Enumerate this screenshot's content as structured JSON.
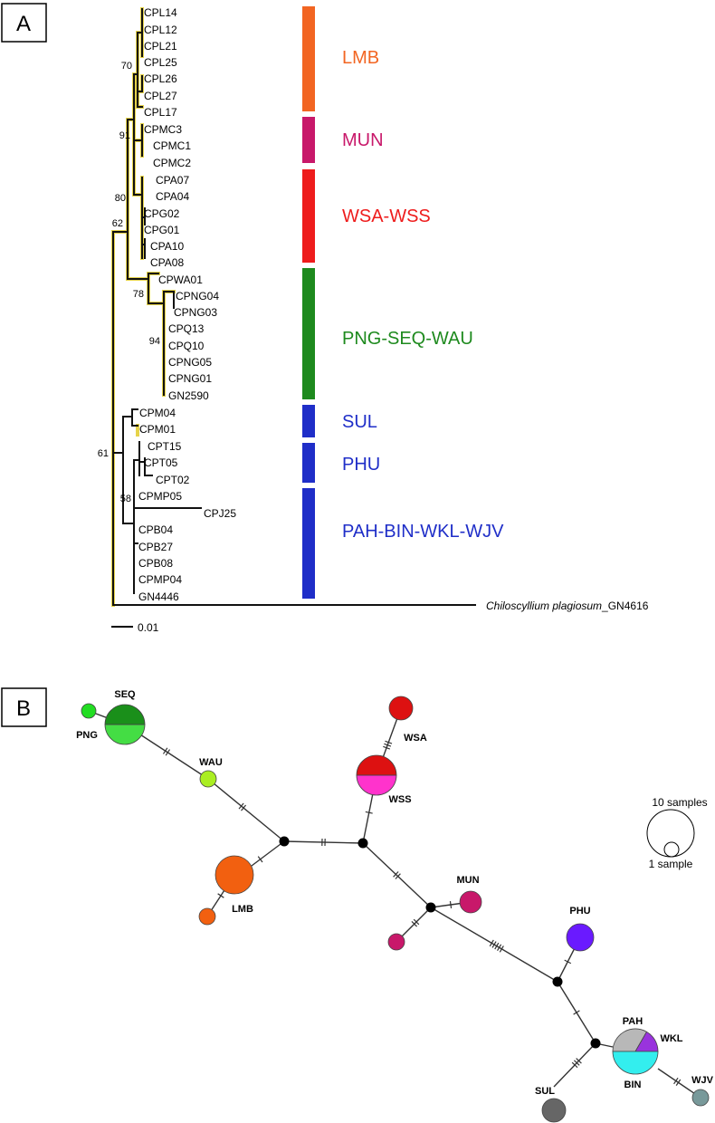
{
  "panel_a": {
    "label": "A",
    "taxa": [
      "CPL14",
      "CPL12",
      "CPL21",
      "CPL25",
      "CPL26",
      "CPL27",
      "CPL17",
      "CPMC3",
      "CPMC1",
      "CPMC2",
      "CPA07",
      "CPA04",
      "CPG02",
      "CPG01",
      "CPA10",
      "CPA08",
      "CPWA01",
      "CPNG04",
      "CPNG03",
      "CPQ13",
      "CPQ10",
      "CPNG05",
      "CPNG01",
      "GN2590",
      "CPM04",
      "CPM01",
      "CPT15",
      "CPT05",
      "CPT02",
      "CPMP05",
      "CPJ25",
      "CPB04",
      "CPB27",
      "CPB08",
      "CPMP04",
      "GN4446"
    ],
    "bootstrap": [
      "70",
      "91",
      "80",
      "62",
      "78",
      "94",
      "61",
      "58"
    ],
    "outgroup_species": "Chiloscyllium plagiosum",
    "outgroup_id": "_GN4616",
    "scale_label": "0.01",
    "clades": [
      {
        "name": "LMB",
        "color": "#f26522"
      },
      {
        "name": "MUN",
        "color": "#c8186a"
      },
      {
        "name": "WSA-WSS",
        "color": "#ee1c1c"
      },
      {
        "name": "PNG-SEQ-WAU",
        "color": "#1e8a1e"
      },
      {
        "name": "SUL",
        "color": "#1f2ec8"
      },
      {
        "name": "PHU",
        "color": "#1f2ec8"
      },
      {
        "name": "PAH-BIN-WKL-WJV",
        "color": "#1f2ec8"
      }
    ]
  },
  "panel_b": {
    "label": "B",
    "nodes": {
      "seq": "SEQ",
      "png": "PNG",
      "wau": "WAU",
      "wsa": "WSA",
      "wss": "WSS",
      "lmb": "LMB",
      "mun": "MUN",
      "phu": "PHU",
      "pah": "PAH",
      "wkl": "WKL",
      "bin": "BIN",
      "wjv": "WJV",
      "sul": "SUL"
    },
    "legend": {
      "large": "10 samples",
      "small": "1 sample"
    },
    "colors": {
      "seq_dark": "#1a8f1a",
      "seq_light": "#44dd44",
      "png": "#22dd22",
      "wau": "#aaee22",
      "wsa": "#dd1111",
      "wss_top": "#dd1111",
      "wss_bottom": "#ff33cc",
      "lmb": "#f26010",
      "mun": "#c8186a",
      "phu": "#6a1aff",
      "pah": "#b8b8b8",
      "wkl": "#9933dd",
      "bin": "#33eeee",
      "wjv": "#78999a",
      "sul": "#666666",
      "median_vector": "#000000"
    }
  }
}
